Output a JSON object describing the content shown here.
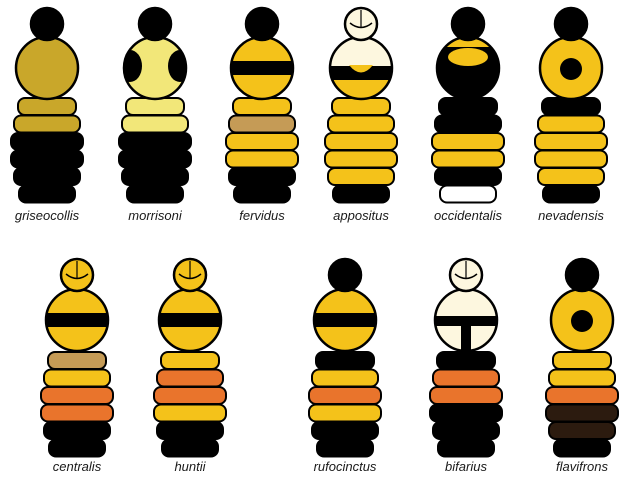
{
  "outline_color": "#000000",
  "colors": {
    "black": "#000000",
    "yellow": "#f4c21a",
    "olive": "#c9a72a",
    "pale": "#f2e779",
    "cream": "#fdf7df",
    "tan": "#c59b56",
    "orange": "#e9742c",
    "dark": "#2c1b0f",
    "white": "#ffffff"
  },
  "rows": [
    {
      "specimens": [
        {
          "name": "griseocollis",
          "head": "black",
          "thorax": {
            "pattern": "solid",
            "base": "olive"
          },
          "bands": [
            "olive",
            "olive",
            "black",
            "black",
            "black",
            "black"
          ]
        },
        {
          "name": "morrisoni",
          "head": "black",
          "thorax": {
            "pattern": "sides",
            "base": "pale",
            "accent": "black"
          },
          "bands": [
            "pale",
            "pale",
            "black",
            "black",
            "black",
            "black"
          ]
        },
        {
          "name": "fervidus",
          "head": "black",
          "thorax": {
            "pattern": "midband",
            "base": "yellow",
            "accent": "black"
          },
          "bands": [
            "yellow",
            "tan",
            "yellow",
            "yellow",
            "black",
            "black"
          ]
        },
        {
          "name": "appositus",
          "head": "cream",
          "thorax": {
            "pattern": "lowerband",
            "base": "cream",
            "accent": "black",
            "lower": "yellow"
          },
          "bands": [
            "yellow",
            "yellow",
            "yellow",
            "yellow",
            "yellow",
            "black"
          ]
        },
        {
          "name": "occidentalis",
          "head": "black",
          "thorax": {
            "pattern": "topband",
            "base": "black",
            "accent": "yellow"
          },
          "bands": [
            "black",
            "black",
            "yellow",
            "yellow",
            "black",
            "white"
          ]
        },
        {
          "name": "nevadensis",
          "head": "black",
          "thorax": {
            "pattern": "ring",
            "base": "yellow",
            "accent": "black"
          },
          "bands": [
            "black",
            "yellow",
            "yellow",
            "yellow",
            "yellow",
            "black"
          ]
        }
      ]
    },
    {
      "specimens": [
        {
          "name": "centralis",
          "head": "yellow",
          "thorax": {
            "pattern": "midband",
            "base": "yellow",
            "accent": "black"
          },
          "bands": [
            "tan",
            "yellow",
            "orange",
            "orange",
            "black",
            "black"
          ]
        },
        {
          "name": "huntii",
          "head": "yellow",
          "thorax": {
            "pattern": "midband",
            "base": "yellow",
            "accent": "black"
          },
          "bands": [
            "yellow",
            "orange",
            "orange",
            "yellow",
            "black",
            "black"
          ]
        },
        {
          "name": "rufocinctus",
          "head": "black",
          "thorax": {
            "pattern": "midband",
            "base": "yellow",
            "accent": "black"
          },
          "bands": [
            "black",
            "yellow",
            "orange",
            "yellow",
            "black",
            "black"
          ]
        },
        {
          "name": "bifarius",
          "head": "cream",
          "thorax": {
            "pattern": "tshape",
            "base": "cream",
            "accent": "black"
          },
          "bands": [
            "black",
            "orange",
            "orange",
            "black",
            "black",
            "black"
          ]
        },
        {
          "name": "flavifrons",
          "head": "black",
          "thorax": {
            "pattern": "ring",
            "base": "yellow",
            "accent": "black"
          },
          "bands": [
            "yellow",
            "yellow",
            "orange",
            "dark",
            "dark",
            "black"
          ]
        }
      ]
    }
  ]
}
